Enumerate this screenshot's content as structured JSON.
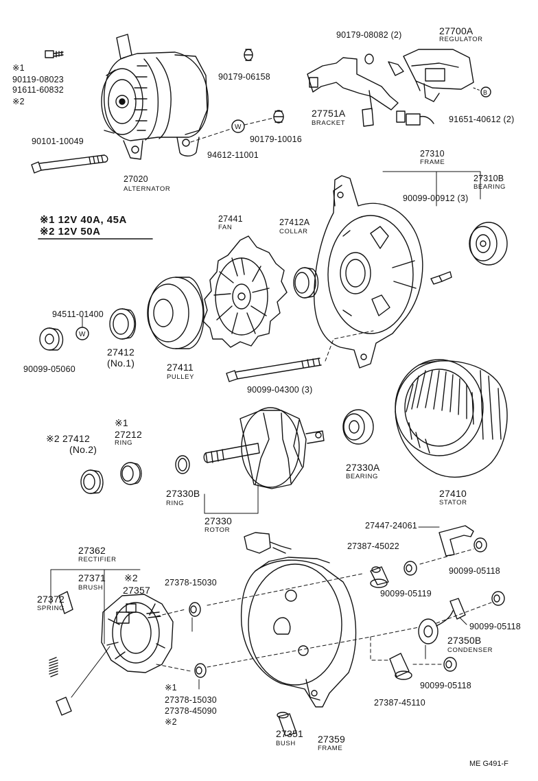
{
  "labels": {
    "mark1_top": "※1",
    "pn_90119_08023": "90119-08023",
    "pn_91611_60832": "91611-60832",
    "mark2_top": "※2",
    "pn_90101_10049": "90101-10049",
    "pn_27020": "27020",
    "nm_alternator": "ALTERNATOR",
    "pn_90179_06158": "90179-06158",
    "pn_94612_11001": "94612-11001",
    "pn_90179_10016": "90179-10016",
    "pn_90179_08082": "90179-08082 (2)",
    "pn_27700A": "27700A",
    "nm_regulator": "REGULATOR",
    "pn_27751A": "27751A",
    "nm_bracket": "BRACKET",
    "pn_91651_40612": "91651-40612 (2)",
    "pn_27310": "27310",
    "nm_frame_top": "FRAME",
    "pn_27310B": "27310B",
    "nm_bearing_top": "BEARING",
    "pn_90099_00912": "90099-00912 (3)",
    "spec1": "※1 12V  40A,  45A",
    "spec2": "※2 12V  50A",
    "pn_27441": "27441",
    "nm_fan": "FAN",
    "pn_27412A": "27412A",
    "nm_collar": "COLLAR",
    "pn_94511_01400": "94511-01400",
    "pn_27412_no1": "27412",
    "sub_no1": "(No.1)",
    "pn_27411": "27411",
    "nm_pulley": "PULLEY",
    "pn_90099_05060": "90099-05060",
    "pn_90099_04300": "90099-04300 (3)",
    "mark1_mid": "※1",
    "pn_27212": "27212",
    "nm_ring_mid": "RING",
    "pn_27412_no2": "※2 27412",
    "sub_no2": "(No.2)",
    "pn_27330A": "27330A",
    "nm_bearing_mid": "BEARING",
    "pn_27410": "27410",
    "nm_stator": "STATOR",
    "pn_27330B": "27330B",
    "nm_ring_low": "RING",
    "pn_27330": "27330",
    "nm_rotor": "ROTOR",
    "pn_27447_24061": "27447-24061",
    "pn_27362": "27362",
    "nm_rectifier": "RECTIFIER",
    "pn_27387_45022": "27387-45022",
    "pn_90099_05118_a": "90099-05118",
    "pn_27371": "27371",
    "mark2_low": "※2",
    "nm_brush_top": "BRUSH",
    "pn_27357": "27357",
    "pn_27378_15030_a": "27378-15030",
    "pn_90099_05119": "90099-05119",
    "pn_27372": "27372",
    "nm_spring": "SPRING",
    "pn_90099_05118_b": "90099-05118",
    "pn_27350B": "27350B",
    "nm_condenser": "CONDENSER",
    "pn_90099_05118_c": "90099-05118",
    "mark1_low": "※1",
    "pn_27378_15030_b": "27378-15030",
    "pn_27378_45090": "27378-45090",
    "mark2_bottom": "※2",
    "pn_27387_45110": "27387-45110",
    "pn_27351": "27351",
    "nm_bush": "BUSH",
    "pn_27359": "27359",
    "nm_frame_bottom": "FRAME",
    "ref_code": "ME  G491-F"
  }
}
